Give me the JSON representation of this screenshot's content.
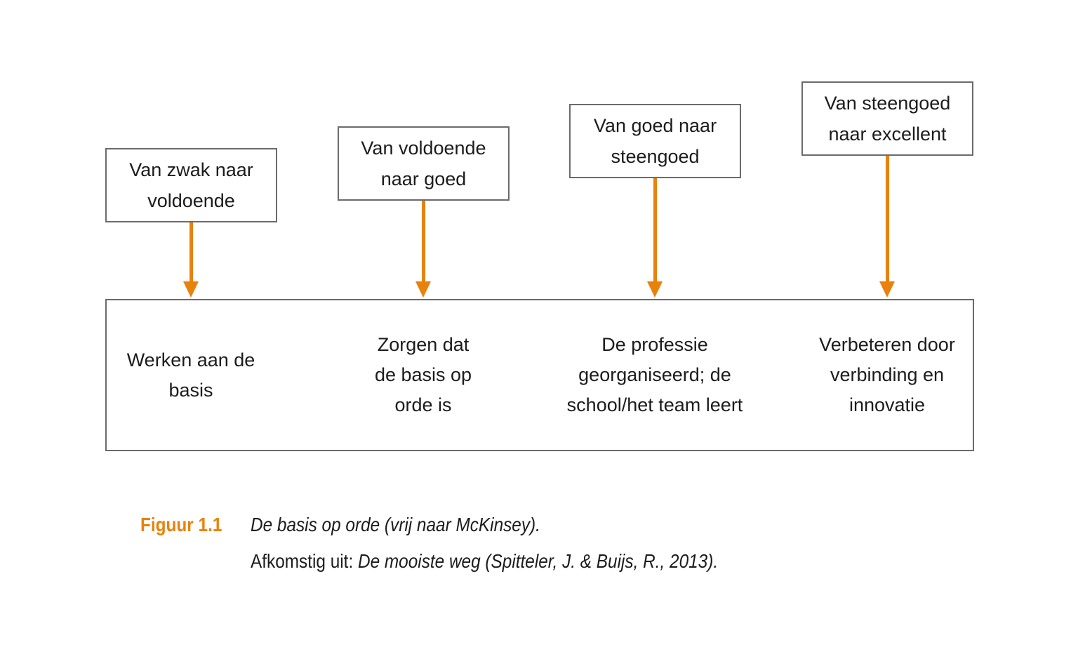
{
  "colors": {
    "accent": "#E8820C",
    "border": "#6B6B6B",
    "text": "#1C1C1C",
    "background": "#FFFFFF"
  },
  "stages": [
    {
      "top": {
        "lines": [
          "Van zwak naar",
          "voldoende"
        ]
      },
      "bottom": {
        "lines": [
          "Werken aan de",
          "basis"
        ]
      }
    },
    {
      "top": {
        "lines": [
          "Van voldoende",
          "naar goed"
        ]
      },
      "bottom": {
        "lines": [
          "Zorgen dat",
          "de basis op",
          "orde is"
        ]
      }
    },
    {
      "top": {
        "lines": [
          "Van goed naar",
          "steengoed"
        ]
      },
      "bottom": {
        "lines": [
          "De professie",
          "georganiseerd; de",
          "school/het team leert"
        ]
      }
    },
    {
      "top": {
        "lines": [
          "Van steengoed",
          "naar excellent"
        ]
      },
      "bottom": {
        "lines": [
          "Verbeteren door",
          "verbinding en",
          "innovatie"
        ]
      }
    }
  ],
  "caption": {
    "label": "Figuur 1.1",
    "title": "De basis op orde (vrij naar McKinsey).",
    "source_prefix": "Afkomstig uit: ",
    "source": "De mooiste weg (Spitteler, J. & Buijs, R., 2013)."
  }
}
